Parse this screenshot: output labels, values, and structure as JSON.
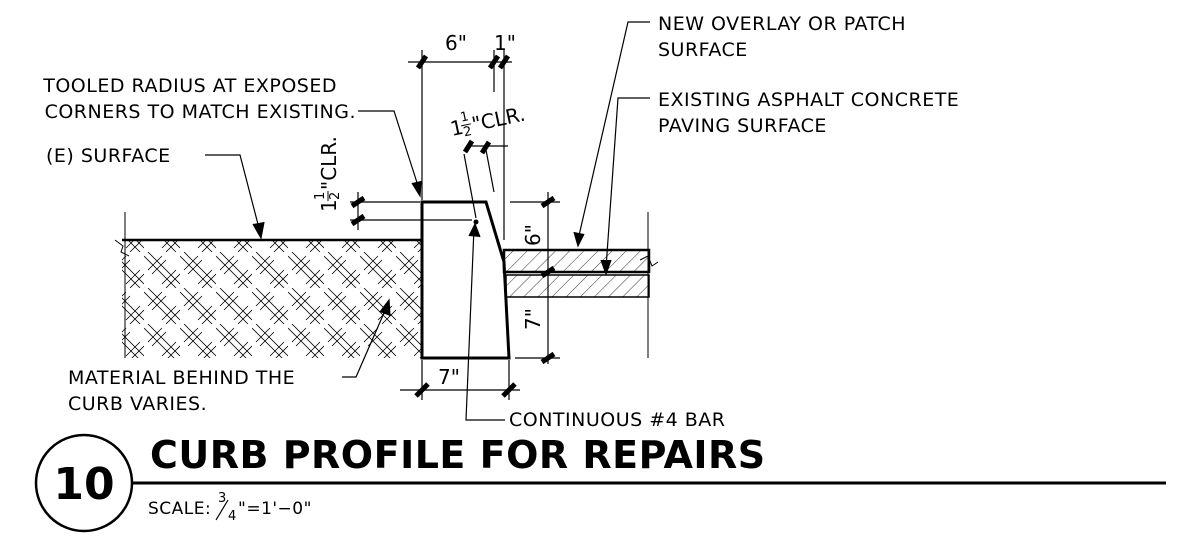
{
  "drawing": {
    "detail_number": "10",
    "title": "CURB PROFILE FOR REPAIRS",
    "scale": {
      "label": "SCALE:",
      "numerator": "3",
      "denominator": "4",
      "rest": "\"=1'−0\""
    },
    "notes": {
      "overlay_line1": "NEW OVERLAY OR PATCH",
      "overlay_line2": "SURFACE",
      "asphalt_line1": "EXISTING ASPHALT CONCRETE",
      "asphalt_line2": "PAVING SURFACE",
      "tooled_line1": "TOOLED RADIUS AT EXPOSED",
      "tooled_line2": "CORNERS TO MATCH EXISTING.",
      "surface": "(E) SURFACE",
      "material_line1": "MATERIAL BEHIND THE",
      "material_line2": "CURB VARIES.",
      "bar": "CONTINUOUS #4 BAR"
    },
    "dimensions": {
      "top_width": "6\"",
      "batter": "1\"",
      "clear_top_whole": "1",
      "clear_top_num": "1",
      "clear_top_den": "2",
      "clear_top_rest": "\"CLR.",
      "clear_side_whole": "1",
      "clear_side_num": "1",
      "clear_side_den": "2",
      "clear_side_rest": "\"CLR.",
      "face_height": "6\"",
      "base_height": "7\"",
      "bottom_width": "7\""
    }
  }
}
